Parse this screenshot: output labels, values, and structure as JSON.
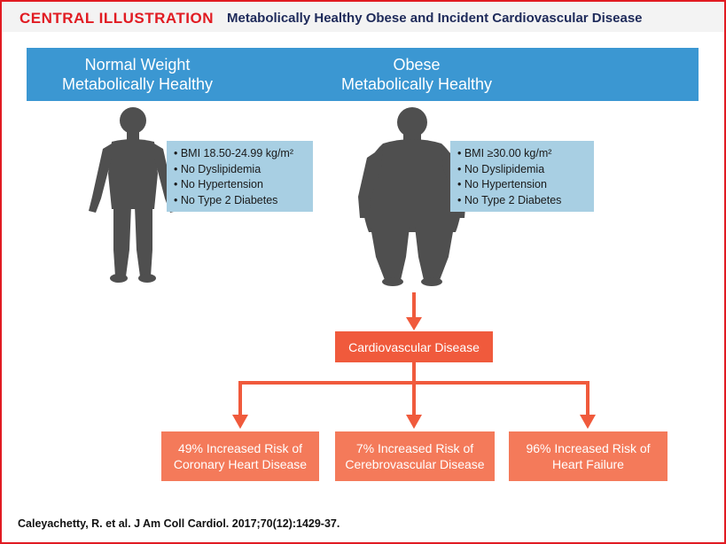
{
  "title": {
    "kicker": "CENTRAL ILLUSTRATION",
    "main": "Metabolically Healthy Obese and Incident Cardiovascular Disease"
  },
  "columns": [
    {
      "heading_line1": "Normal Weight",
      "heading_line2": "Metabolically Healthy",
      "criteria": [
        "• BMI 18.50-24.99 kg/m²",
        "• No Dyslipidemia",
        "• No Hypertension",
        "• No Type 2 Diabetes"
      ]
    },
    {
      "heading_line1": "Obese",
      "heading_line2": "Metabolically Healthy",
      "criteria": [
        "• BMI ≥30.00 kg/m²",
        "• No Dyslipidemia",
        "• No Hypertension",
        "• No Type 2 Diabetes"
      ]
    }
  ],
  "outcome": "Cardiovascular Disease",
  "risks": [
    {
      "line1": "49% Increased Risk of",
      "line2": "Coronary Heart Disease"
    },
    {
      "line1": "7% Increased Risk of",
      "line2": "Cerebrovascular Disease"
    },
    {
      "line1": "96% Increased Risk of",
      "line2": "Heart Failure"
    }
  ],
  "citation": "Caleyachetty, R. et al. J Am Coll Cardiol. 2017;70(12):1429-37.",
  "colors": {
    "frame": "#e11b22",
    "header_band": "#3b97d2",
    "info_box": "#a8cfe3",
    "outcome_box": "#f05a3c",
    "risk_box": "#f47a5a",
    "silhouette": "#4f4f4f"
  }
}
